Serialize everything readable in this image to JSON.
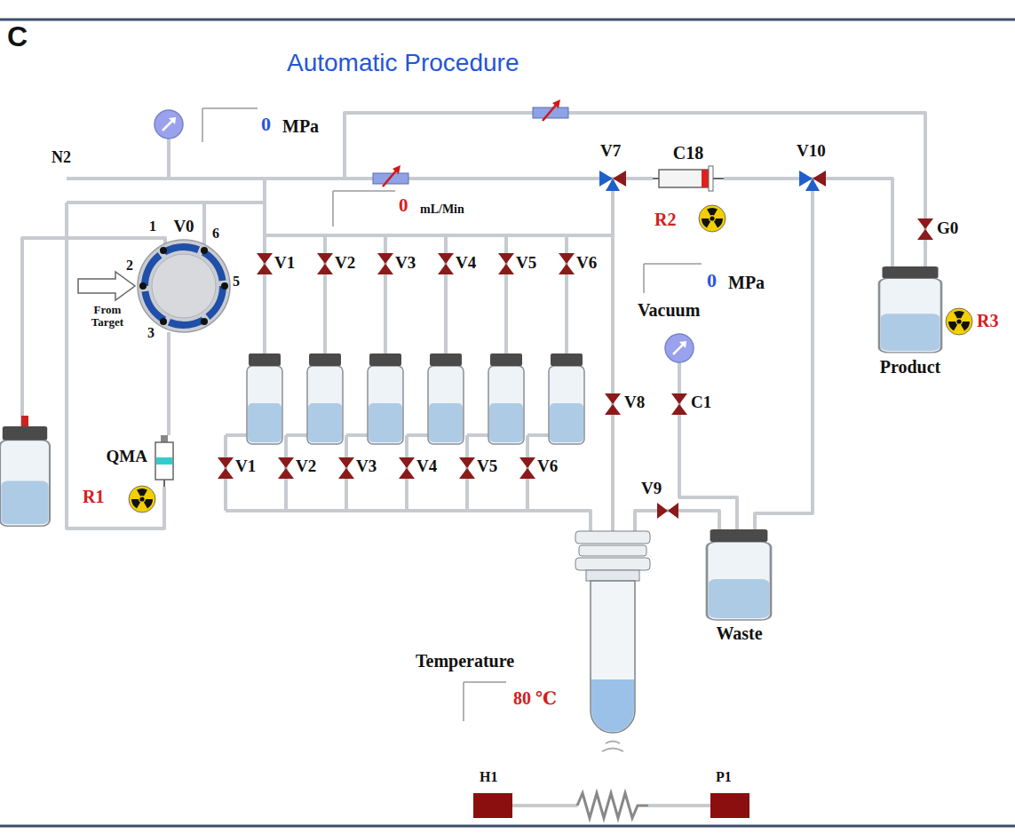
{
  "diagram": {
    "title": "Automatic Procedure",
    "nodes": [
      {
        "text": [
          "V0"
        ]
      },
      {
        "text": [
          "QMA"
        ]
      },
      {
        "text": [
          "C18"
        ]
      },
      {
        "text": [
          "Waste"
        ]
      },
      {
        "text": [
          "Product"
        ]
      }
    ],
    "edges": [
      {
        "from": 0,
        "to": 1,
        "arrow": "none"
      },
      {
        "from": 2,
        "to": 4,
        "arrow": "none"
      },
      {
        "from": 2,
        "to": 3,
        "arrow": "none"
      }
    ],
    "labels": [
      "C",
      "0",
      "MPa",
      "N2",
      "0",
      "mL/Min",
      "1",
      "2",
      "From Target",
      "3",
      "5",
      "6",
      "V1",
      "V2",
      "V3",
      "V4",
      "V5",
      "V6",
      "V1",
      "V2",
      "V3",
      "V4",
      "V5",
      "V6",
      "R1",
      "V7",
      "R2",
      "V10",
      "G0",
      "0",
      "MPa",
      "Vacuum",
      "V8",
      "C1",
      "V9",
      "R3",
      "Temperature",
      "80 ℃",
      "H1",
      "P1"
    ]
  }
}
